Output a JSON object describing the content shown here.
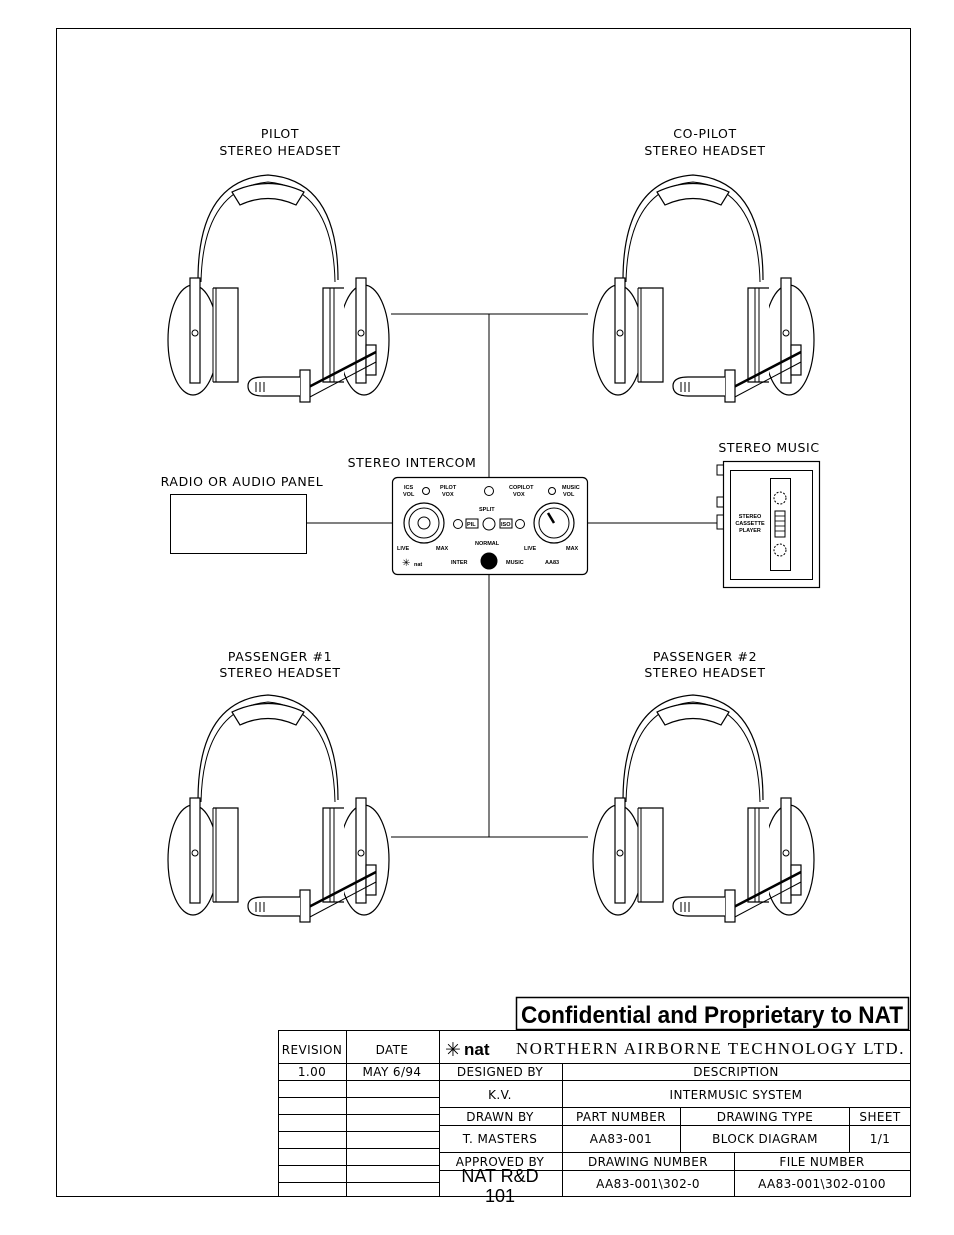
{
  "headsets": {
    "pilot": [
      "PILOT",
      "STEREO HEADSET"
    ],
    "copilot": [
      "CO-PILOT",
      "STEREO HEADSET"
    ],
    "passenger1": [
      "PASSENGER #1",
      "STEREO HEADSET"
    ],
    "passenger2": [
      "PASSENGER #2",
      "STEREO HEADSET"
    ]
  },
  "radio_panel_label": "RADIO OR AUDIO PANEL",
  "intercom": {
    "title": "STEREO INTERCOM",
    "ics_vol": [
      "ICS",
      "VOL"
    ],
    "pilot_vox": [
      "PILOT",
      "VOX"
    ],
    "copilot_vox": [
      "COPILOT",
      "VOX"
    ],
    "music_vol": [
      "MUSIC",
      "VOL"
    ],
    "split": "SPLIT",
    "normal": "NORMAL",
    "pil": "PIL",
    "iso": "ISO",
    "live_left": "LIVE",
    "max_left": "MAX",
    "live_right": "LIVE",
    "max_right": "MAX",
    "brand": "nat",
    "inter": "INTER",
    "music": "MUSIC",
    "model": "AA83"
  },
  "stereo_music": {
    "title": "STEREO MUSIC",
    "player": [
      "STEREO",
      "CASSETTE",
      "PLAYER"
    ]
  },
  "confidential": "Confidential and Proprietary to NAT",
  "title_block": {
    "revision_header": "REVISION",
    "date_header": "DATE",
    "revision": "1.00",
    "date": "MAY 6/94",
    "logo": "nat",
    "company": "NORTHERN AIRBORNE TECHNOLOGY LTD.",
    "designed_by_label": "DESIGNED BY",
    "designed_by": "K.V.",
    "description_label": "DESCRIPTION",
    "description": "INTERMUSIC SYSTEM",
    "drawn_by_label": "DRAWN BY",
    "drawn_by": "T. MASTERS",
    "part_number_label": "PART NUMBER",
    "part_number": "AA83-001",
    "drawing_type_label": "DRAWING TYPE",
    "drawing_type": "BLOCK DIAGRAM",
    "sheet_label": "SHEET",
    "sheet": "1/1",
    "approved_by_label": "APPROVED BY",
    "approved_by": [
      "NAT R&D",
      "101"
    ],
    "drawing_number_label": "DRAWING NUMBER",
    "drawing_number": "AA83-001\\302-0",
    "file_number_label": "FILE NUMBER",
    "file_number": "AA83-001\\302-0100"
  }
}
